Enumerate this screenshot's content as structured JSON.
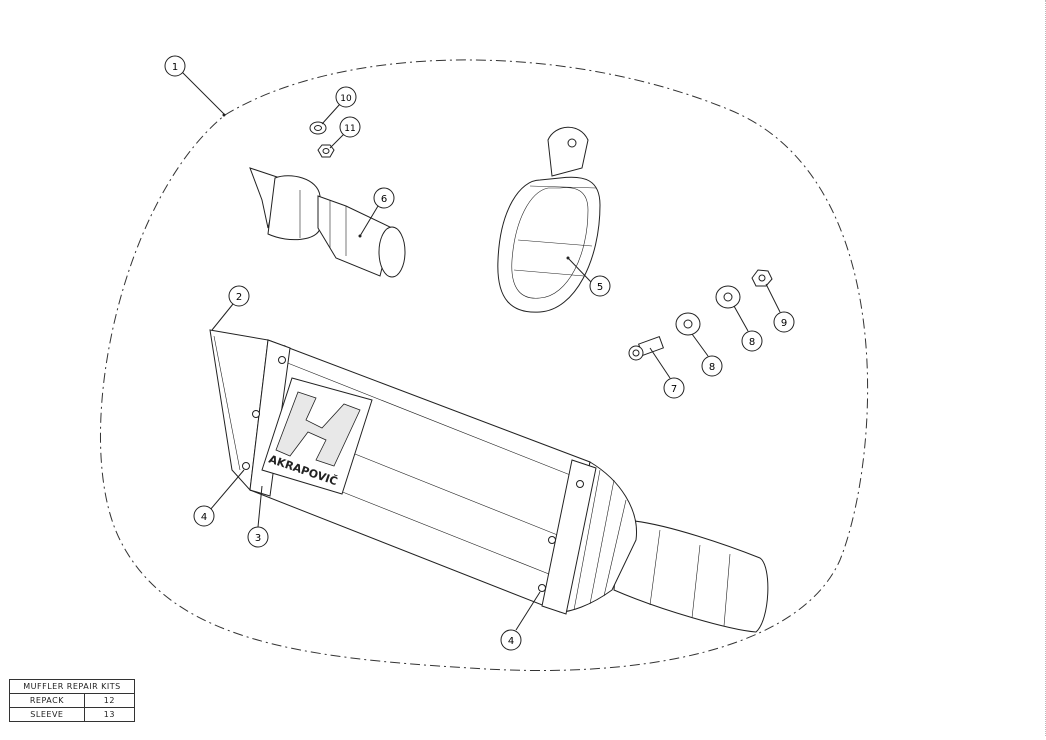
{
  "callouts": [
    {
      "id": "c1",
      "label": "1"
    },
    {
      "id": "c2",
      "label": "2"
    },
    {
      "id": "c3",
      "label": "3"
    },
    {
      "id": "c4a",
      "label": "4"
    },
    {
      "id": "c4b",
      "label": "4"
    },
    {
      "id": "c5",
      "label": "5"
    },
    {
      "id": "c6",
      "label": "6"
    },
    {
      "id": "c7",
      "label": "7"
    },
    {
      "id": "c8a",
      "label": "8"
    },
    {
      "id": "c8b",
      "label": "8"
    },
    {
      "id": "c9",
      "label": "9"
    },
    {
      "id": "c10",
      "label": "10"
    },
    {
      "id": "c11",
      "label": "11"
    }
  ],
  "logo_text": "AKRAPOVIČ",
  "repair_kits": {
    "title": "MUFFLER REPAIR KITS",
    "rows": [
      {
        "name": "REPACK",
        "code": "12"
      },
      {
        "name": "SLEEVE",
        "code": "13"
      }
    ]
  }
}
